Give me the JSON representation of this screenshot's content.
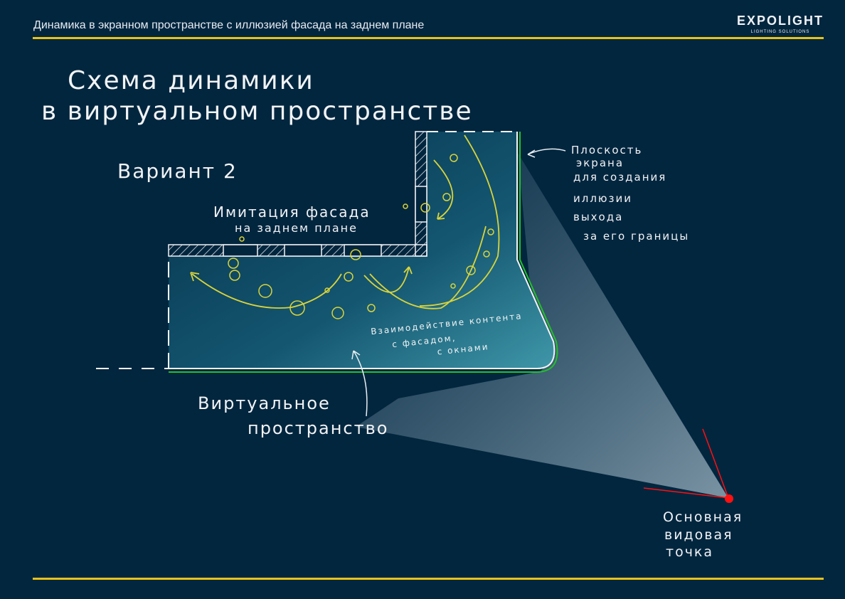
{
  "header": {
    "title": "Динамика в экранном пространстве с иллюзией фасада на заднем плане"
  },
  "logo": {
    "name": "EXPOLIGHT",
    "tagline": "LIGHTING SOLUTIONS"
  },
  "diagram": {
    "title_line1": "Схема динамики",
    "title_line2": "в виртуальном пространстве",
    "variant": "Вариант 2",
    "facade_line1": "Имитация фасада",
    "facade_line2": "на заднем плане",
    "screen_plane": [
      "Плоскость",
      "экрана",
      "для создания",
      "иллюзии",
      "выхода",
      "за его границы"
    ],
    "interaction": [
      "Взаимодействие контента",
      "с фасадом,",
      "с окнами"
    ],
    "virtual_space": [
      "Виртуальное",
      "пространство"
    ],
    "viewpoint": [
      "Основная",
      "видовая",
      "точка"
    ]
  },
  "colors": {
    "background": "#03263f",
    "accent": "#e8c21a",
    "screen": "#22c02a",
    "viewpoint": "#ff1010",
    "flow": "#d9d43a"
  }
}
